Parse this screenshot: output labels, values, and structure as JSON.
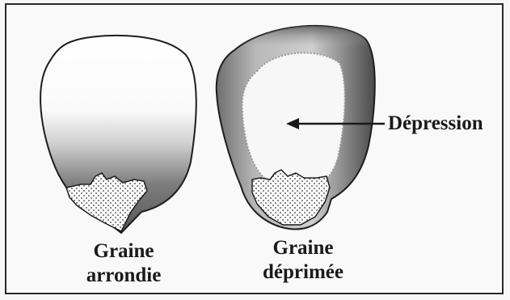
{
  "seeds": [
    {
      "id": "rounded",
      "name_line1": "Graine",
      "name_line2": "arrondie"
    },
    {
      "id": "dented",
      "name_line1": "Graine",
      "name_line2": "déprimée"
    }
  ],
  "annotation": {
    "label": "Dépression"
  }
}
